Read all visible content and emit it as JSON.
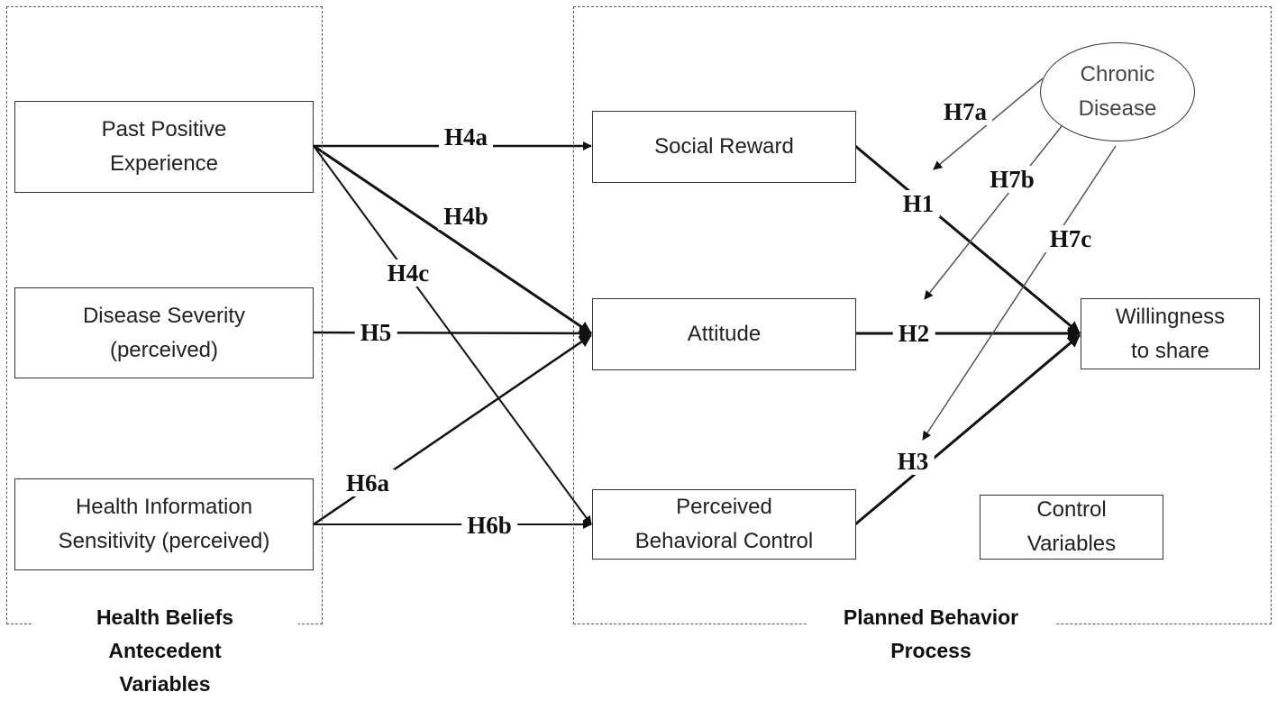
{
  "groups": {
    "health_beliefs": {
      "title_lines": [
        "Health Beliefs",
        "Antecedent",
        "Variables"
      ]
    },
    "planned_behavior": {
      "title_lines": [
        "Planned Behavior",
        "Process"
      ]
    }
  },
  "nodes": {
    "past_positive_experience": {
      "lines": [
        "Past Positive",
        "Experience"
      ]
    },
    "disease_severity": {
      "lines": [
        "Disease Severity",
        "(perceived)"
      ]
    },
    "health_information_sensitivity": {
      "lines": [
        "Health Information",
        "Sensitivity (perceived)"
      ]
    },
    "social_reward": {
      "lines": [
        "Social Reward"
      ]
    },
    "attitude": {
      "lines": [
        "Attitude"
      ]
    },
    "perceived_behavioral_control": {
      "lines": [
        "Perceived",
        "Behavioral Control"
      ]
    },
    "willingness_to_share": {
      "lines": [
        "Willingness",
        "to share"
      ]
    },
    "chronic_disease": {
      "lines": [
        "Chronic",
        "Disease"
      ]
    },
    "control_variables": {
      "lines": [
        "Control",
        "Variables"
      ]
    }
  },
  "hypotheses": {
    "h1": "H1",
    "h2": "H2",
    "h3": "H3",
    "h4a": "H4a",
    "h4b": "H4b",
    "h4c": "H4c",
    "h5": "H5",
    "h6a": "H6a",
    "h6b": "H6b",
    "h7a": "H7a",
    "h7b": "H7b",
    "h7c": "H7c"
  },
  "colors": {
    "line": "#111111",
    "moderator_line": "#555555",
    "frame": "#555555"
  }
}
